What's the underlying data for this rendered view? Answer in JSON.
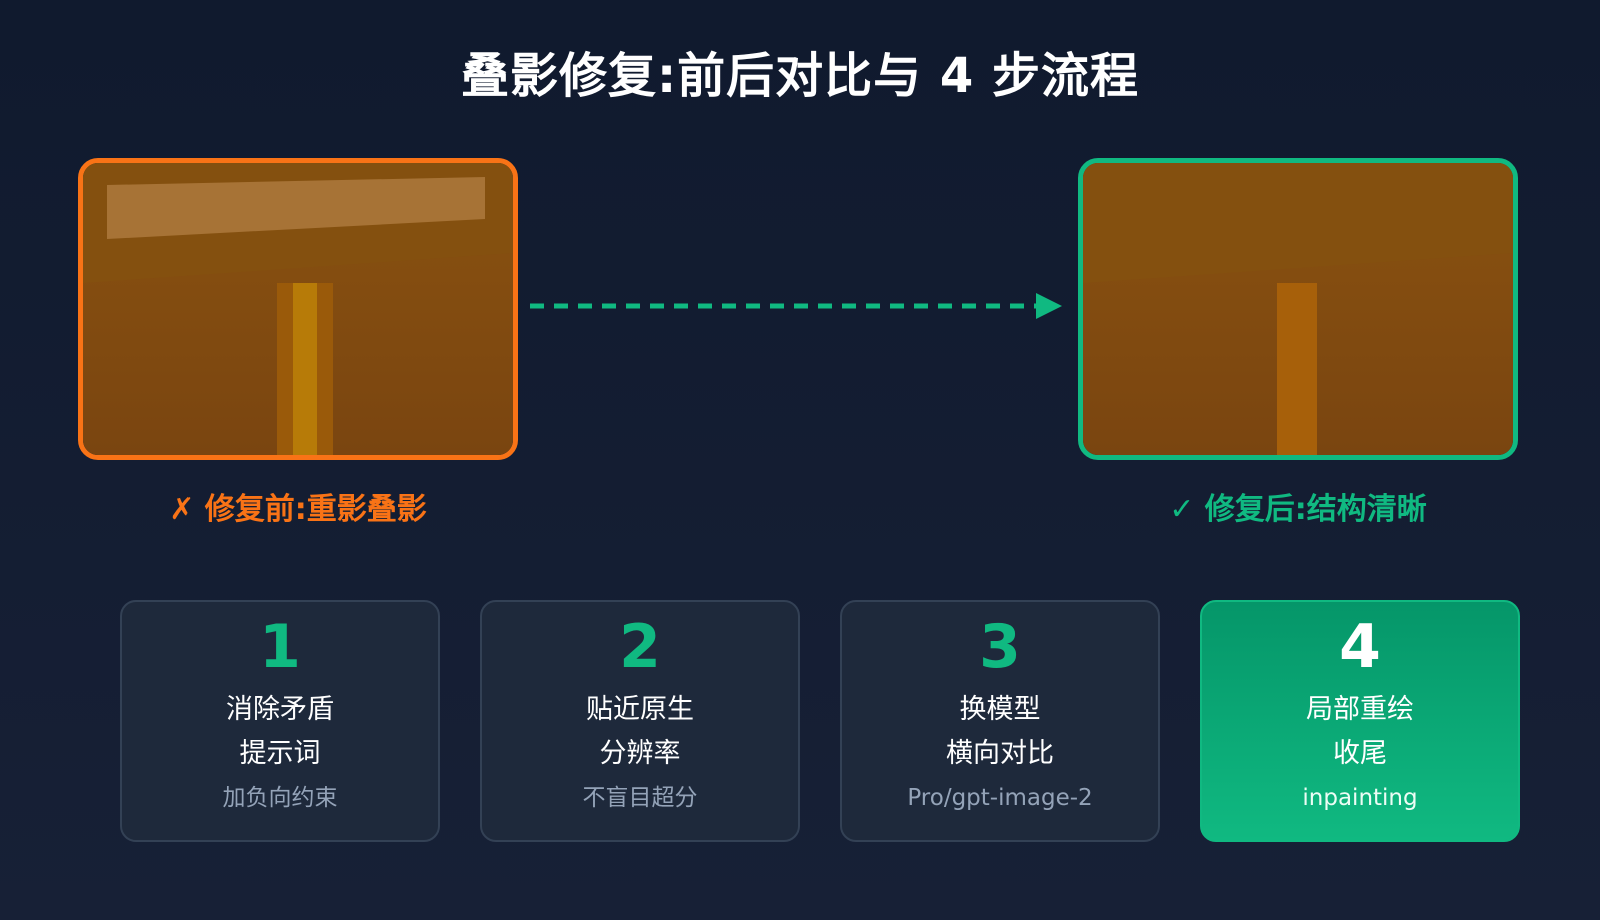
{
  "title": "叠影修复:前后对比与 4 步流程",
  "before": {
    "caption": "✗ 修复前:重影叠影"
  },
  "after": {
    "caption": "✓ 修复后:结构清晰"
  },
  "steps": [
    {
      "number": "1",
      "line1": "消除矛盾",
      "line2": "提示词",
      "sub": "加负向约束",
      "active": false
    },
    {
      "number": "2",
      "line1": "贴近原生",
      "line2": "分辨率",
      "sub": "不盲目超分",
      "active": false
    },
    {
      "number": "3",
      "line1": "换模型",
      "line2": "横向对比",
      "sub": "Pro/gpt-image-2",
      "active": false
    },
    {
      "number": "4",
      "line1": "局部重绘",
      "line2": "收尾",
      "sub": "inpainting",
      "active": true
    }
  ],
  "colors": {
    "before_accent": "#f97316",
    "after_accent": "#10b981",
    "background": "#131c30"
  }
}
